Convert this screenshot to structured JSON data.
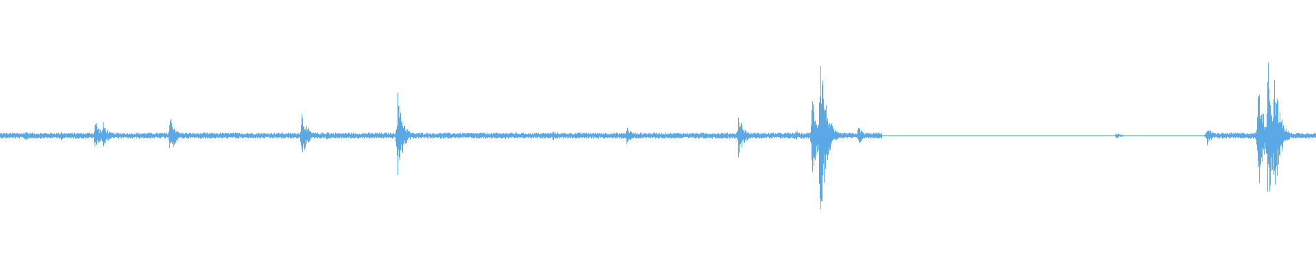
{
  "waveform": {
    "color": "#5aa9e6",
    "baseline_amplitude": 0.03,
    "events": [
      {
        "t": 0.019,
        "amplitude": 0.06
      },
      {
        "t": 0.046,
        "amplitude": 0.05
      },
      {
        "t": 0.072,
        "amplitude": 0.17
      },
      {
        "t": 0.078,
        "amplitude": 0.14
      },
      {
        "t": 0.129,
        "amplitude": 0.22
      },
      {
        "t": 0.188,
        "amplitude": 0.04
      },
      {
        "t": 0.229,
        "amplitude": 0.26
      },
      {
        "t": 0.248,
        "amplitude": 0.05
      },
      {
        "t": 0.302,
        "amplitude": 0.45
      },
      {
        "t": 0.383,
        "amplitude": 0.05
      },
      {
        "t": 0.42,
        "amplitude": 0.05
      },
      {
        "t": 0.476,
        "amplitude": 0.1
      },
      {
        "t": 0.561,
        "amplitude": 0.23
      },
      {
        "t": 0.604,
        "amplitude": 0.06
      },
      {
        "t": 0.617,
        "amplitude": 0.43
      },
      {
        "t": 0.623,
        "amplitude": 1.0
      },
      {
        "t": 0.652,
        "amplitude": 0.1
      },
      {
        "t": 0.848,
        "amplitude": 0.03
      },
      {
        "t": 0.917,
        "amplitude": 0.1
      },
      {
        "t": 0.956,
        "amplitude": 0.58
      },
      {
        "t": 0.963,
        "amplitude": 0.85
      },
      {
        "t": 0.968,
        "amplitude": 0.72
      }
    ],
    "silent_ranges": [
      [
        0.67,
        0.92
      ]
    ]
  }
}
